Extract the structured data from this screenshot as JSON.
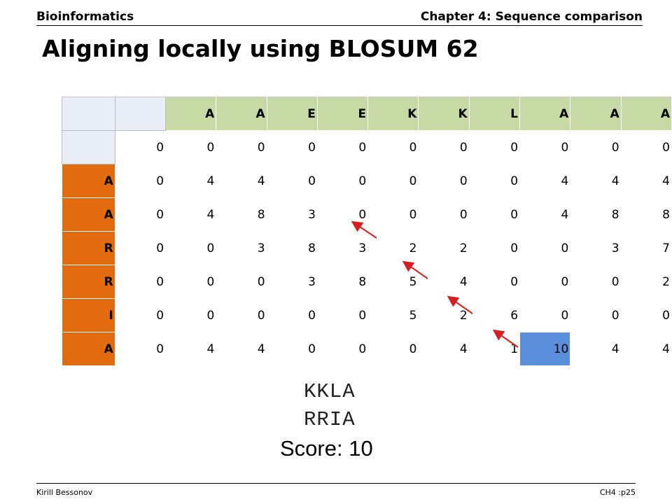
{
  "header": {
    "course": "Bioinformatics",
    "chapter": "Chapter 4: Sequence comparison"
  },
  "slide": {
    "title": "Aligning locally using BLOSUM 62"
  },
  "matrix": {
    "column_letters": [
      "A",
      "A",
      "E",
      "E",
      "K",
      "K",
      "L",
      "A",
      "A",
      "A"
    ],
    "row_letters": [
      "",
      "A",
      "A",
      "R",
      "R",
      "I",
      "A"
    ],
    "rows": [
      [
        "0",
        "0",
        "0",
        "0",
        "0",
        "0",
        "0",
        "0",
        "0",
        "0",
        "0"
      ],
      [
        "0",
        "4",
        "4",
        "0",
        "0",
        "0",
        "0",
        "0",
        "4",
        "4",
        "4"
      ],
      [
        "0",
        "4",
        "8",
        "3",
        "0",
        "0",
        "0",
        "0",
        "4",
        "8",
        "8"
      ],
      [
        "0",
        "0",
        "3",
        "8",
        "3",
        "2",
        "2",
        "0",
        "0",
        "3",
        "7"
      ],
      [
        "0",
        "0",
        "0",
        "3",
        "8",
        "5",
        "4",
        "0",
        "0",
        "0",
        "2"
      ],
      [
        "0",
        "0",
        "0",
        "0",
        "0",
        "5",
        "2",
        "6",
        "0",
        "0",
        "0"
      ],
      [
        "0",
        "4",
        "4",
        "0",
        "0",
        "0",
        "4",
        "1",
        "10",
        "4",
        "4"
      ]
    ],
    "highlight_cell": {
      "row": 6,
      "col": 8
    },
    "colors": {
      "column_header": "#c7d9a5",
      "row_header": "#e26b10",
      "highlight": "#5b8edb",
      "corner": "#e9edf5",
      "arrow": "#d42020"
    }
  },
  "alignment": {
    "seq1": "KKLA",
    "seq2": "RRIA",
    "score": "Score: 10"
  },
  "footer": {
    "author": "Kirill Bessonov",
    "page": "CH4 :p25"
  }
}
